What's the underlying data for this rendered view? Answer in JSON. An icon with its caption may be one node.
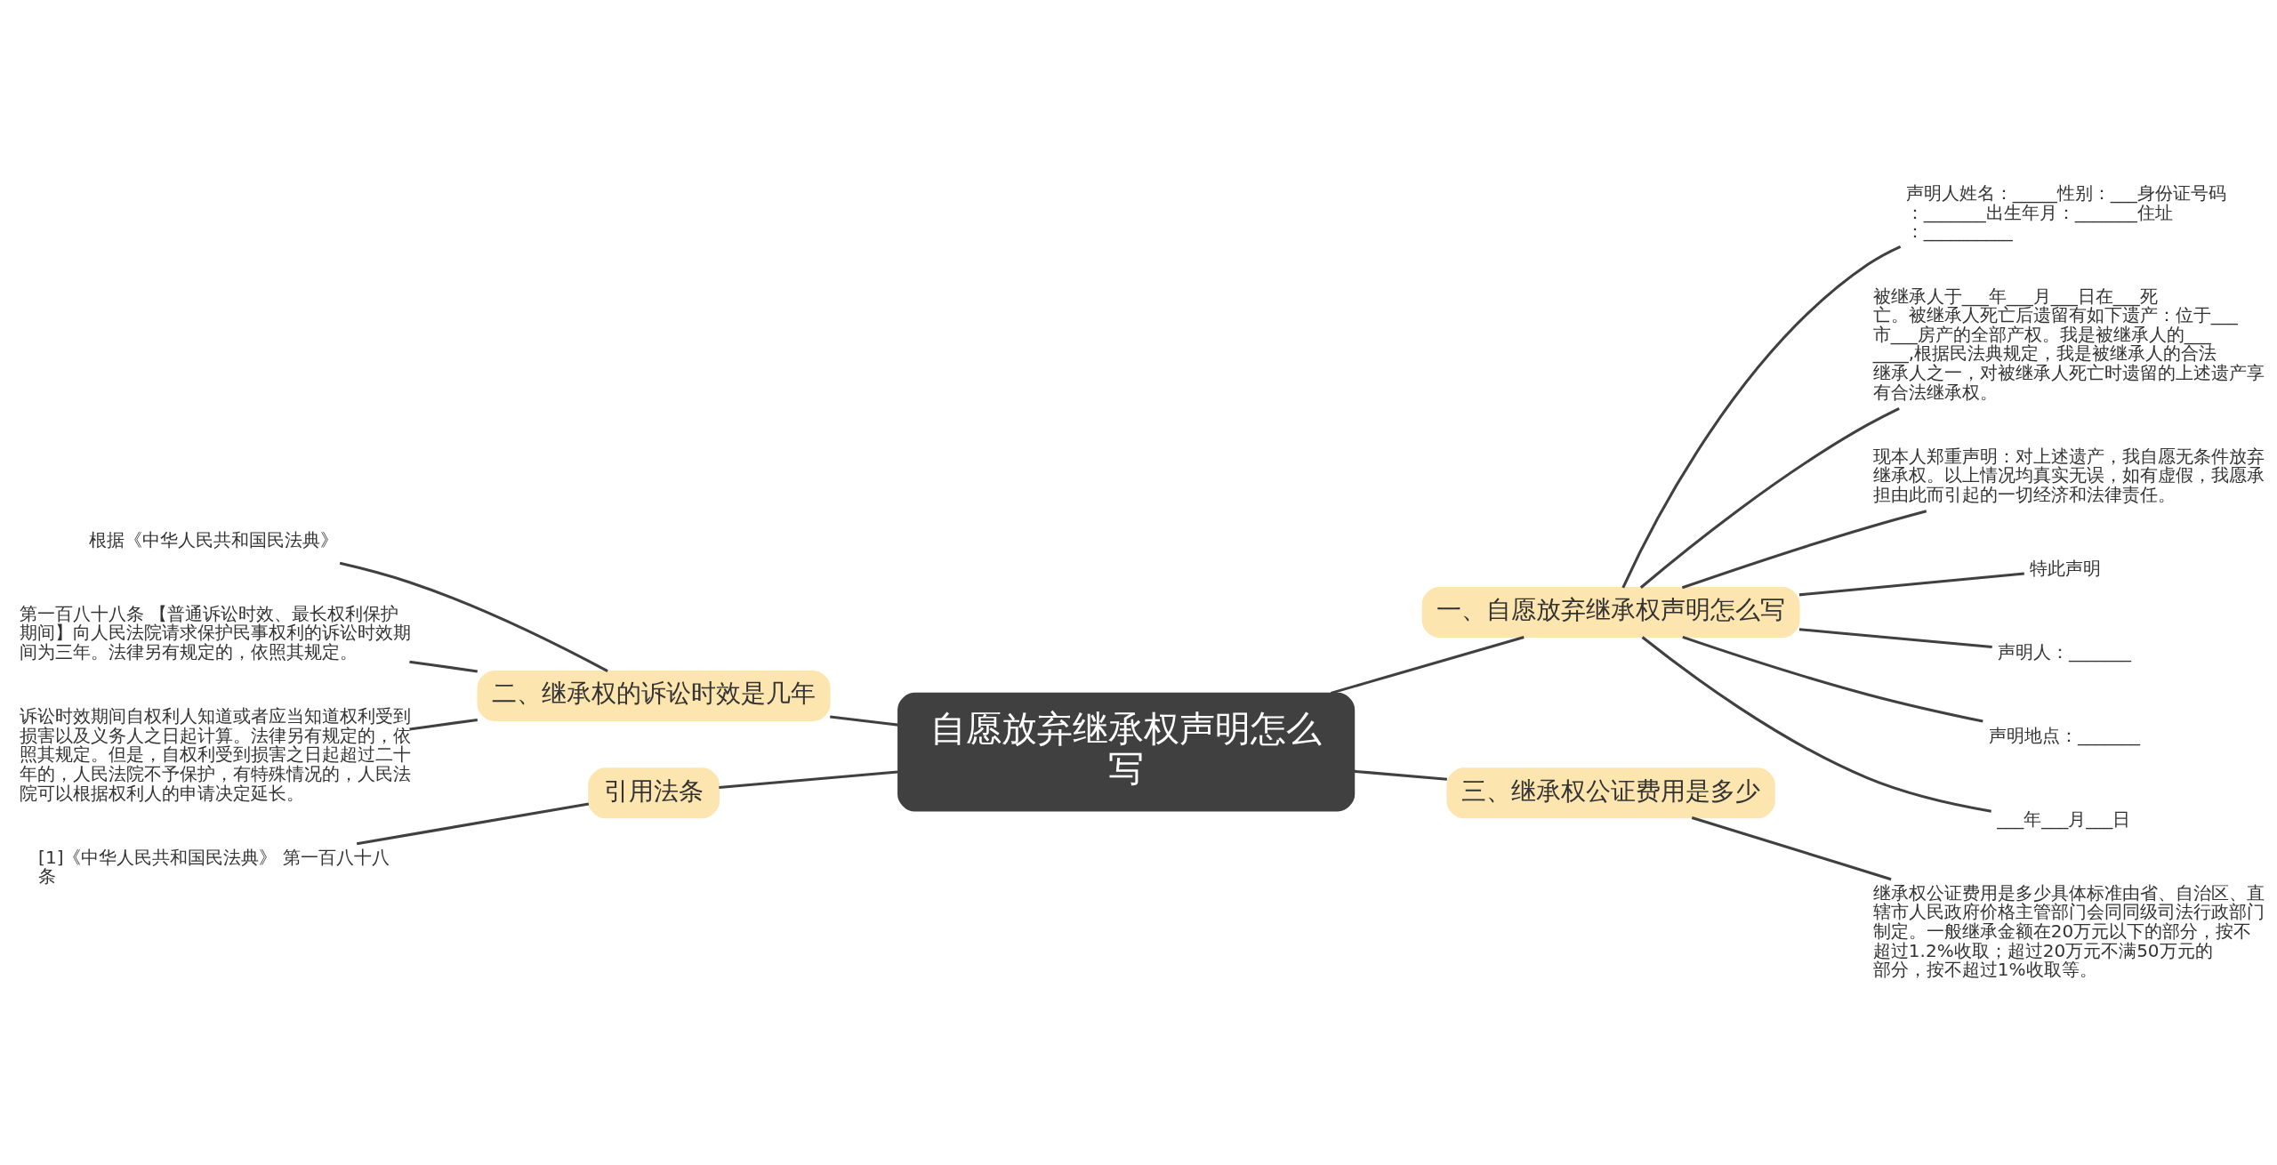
{
  "diagram": {
    "nodes": [
      {
        "text": [
          "自愿放弃继承权声明怎么写"
        ]
      },
      {
        "text": [
          "一、自愿放弃继承权声明怎么写"
        ]
      },
      {
        "text": [
          "声明人姓名：_____性别：___身份证号码：_______出生年月：_______住址：__________"
        ]
      },
      {
        "text": [
          "被继承人于___年___月___日在___死亡。被继承人死亡后遗留有如下遗产：位于___市___房产的全部产权。我是被继承人的_______,根据民法典规定，我是被继承人的合法继承人之一，对被继承人死亡时遗留的上述遗产享有合法继承权。"
        ]
      },
      {
        "text": [
          "现本人郑重声明：对上述遗产，我自愿无条件放弃继承权。以上情况均真实无误，如有虚假，我愿承担由此而引起的一切经济和法律责任。"
        ]
      },
      {
        "text": [
          "特此声明"
        ]
      },
      {
        "text": [
          "声明人：_______"
        ]
      },
      {
        "text": [
          "声明地点：_______"
        ]
      },
      {
        "text": [
          "___年___月___日"
        ]
      },
      {
        "text": [
          "三、继承权公证费用是多少"
        ]
      },
      {
        "text": [
          "继承权公证费用是多少具体标准由省、自治区、直辖市人民政府价格主管部门会同同级司法行政部门制定。一般继承金额在20万元以下的部分，按不超过1.2%收取；超过20万元不满50万元的部分，按不超过1%收取等。"
        ]
      },
      {
        "text": [
          "二、继承权的诉讼时效是几年"
        ]
      },
      {
        "text": [
          "根据《中华人民共和国民法典》"
        ]
      },
      {
        "text": [
          "第一百八十八条 【普通诉讼时效、最长权利保护期间】向人民法院请求保护民事权利的诉讼时效期间为三年。法律另有规定的，依照其规定。"
        ]
      },
      {
        "text": [
          "诉讼时效期间自权利人知道或者应当知道权利受到损害以及义务人之日起计算。法律另有规定的，依照其规定。但是，自权利受到损害之日起超过二十年的，人民法院不予保护，有特殊情况的，人民法院可以根据权利人的申请决定延长。"
        ]
      },
      {
        "text": [
          "引用法条"
        ]
      },
      {
        "text": [
          "[1]《中华人民共和国民法典》 第一百八十八条"
        ]
      }
    ],
    "edges": [
      {
        "from": 0,
        "to": 1,
        "arrow": "none"
      },
      {
        "from": 1,
        "to": 2,
        "arrow": "none"
      },
      {
        "from": 1,
        "to": 3,
        "arrow": "none"
      },
      {
        "from": 1,
        "to": 4,
        "arrow": "none"
      },
      {
        "from": 1,
        "to": 5,
        "arrow": "none"
      },
      {
        "from": 1,
        "to": 6,
        "arrow": "none"
      },
      {
        "from": 1,
        "to": 7,
        "arrow": "none"
      },
      {
        "from": 1,
        "to": 8,
        "arrow": "none"
      },
      {
        "from": 0,
        "to": 9,
        "arrow": "none"
      },
      {
        "from": 9,
        "to": 10,
        "arrow": "none"
      },
      {
        "from": 0,
        "to": 11,
        "arrow": "none"
      },
      {
        "from": 11,
        "to": 12,
        "arrow": "none"
      },
      {
        "from": 11,
        "to": 13,
        "arrow": "none"
      },
      {
        "from": 11,
        "to": 14,
        "arrow": "none"
      },
      {
        "from": 0,
        "to": 15,
        "arrow": "none"
      },
      {
        "from": 15,
        "to": 16,
        "arrow": "none"
      }
    ]
  }
}
